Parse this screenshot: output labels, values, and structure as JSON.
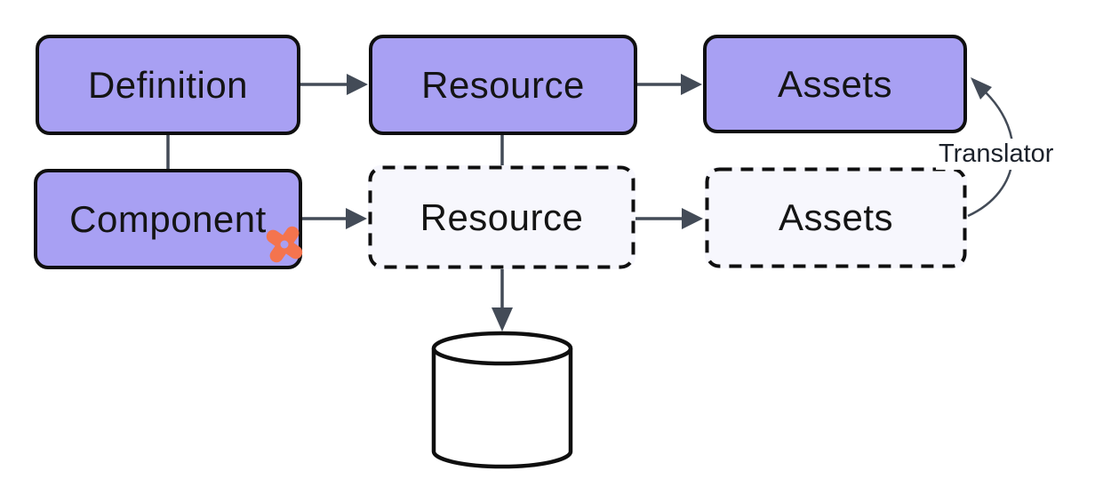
{
  "diagram": {
    "background_color": "#ffffff",
    "colors": {
      "node_fill": "#a8a0f3",
      "ghost_node_fill": "#f7f7fd",
      "node_border": "#0f0f0f",
      "connector": "#434b57",
      "badge_orange": "#f4744e",
      "label_text": "#141414",
      "annotation_text": "#1c222b"
    },
    "nodes": {
      "definition": {
        "label": "Definition",
        "variant": "solid"
      },
      "resource_top": {
        "label": "Resource",
        "variant": "solid"
      },
      "assets_top": {
        "label": "Assets",
        "variant": "solid"
      },
      "component": {
        "label": "Component",
        "variant": "solid",
        "badge_icon": "pinwheel-x-icon"
      },
      "resource_ghost": {
        "label": "Resource",
        "variant": "dashed"
      },
      "assets_ghost": {
        "label": "Assets",
        "variant": "dashed"
      },
      "database": {
        "shape": "cylinder"
      }
    },
    "edges": [
      {
        "from": "definition",
        "to": "resource_top",
        "style": "arrow"
      },
      {
        "from": "resource_top",
        "to": "assets_top",
        "style": "arrow"
      },
      {
        "from": "definition",
        "to": "component",
        "style": "line"
      },
      {
        "from": "resource_top",
        "to": "resource_ghost",
        "style": "line"
      },
      {
        "from": "component",
        "to": "resource_ghost",
        "style": "arrow"
      },
      {
        "from": "resource_ghost",
        "to": "assets_ghost",
        "style": "arrow"
      },
      {
        "from": "resource_ghost",
        "to": "database",
        "style": "arrow"
      },
      {
        "from": "assets_ghost",
        "to": "assets_top",
        "style": "curved-arrow",
        "label": "Translator"
      }
    ]
  }
}
